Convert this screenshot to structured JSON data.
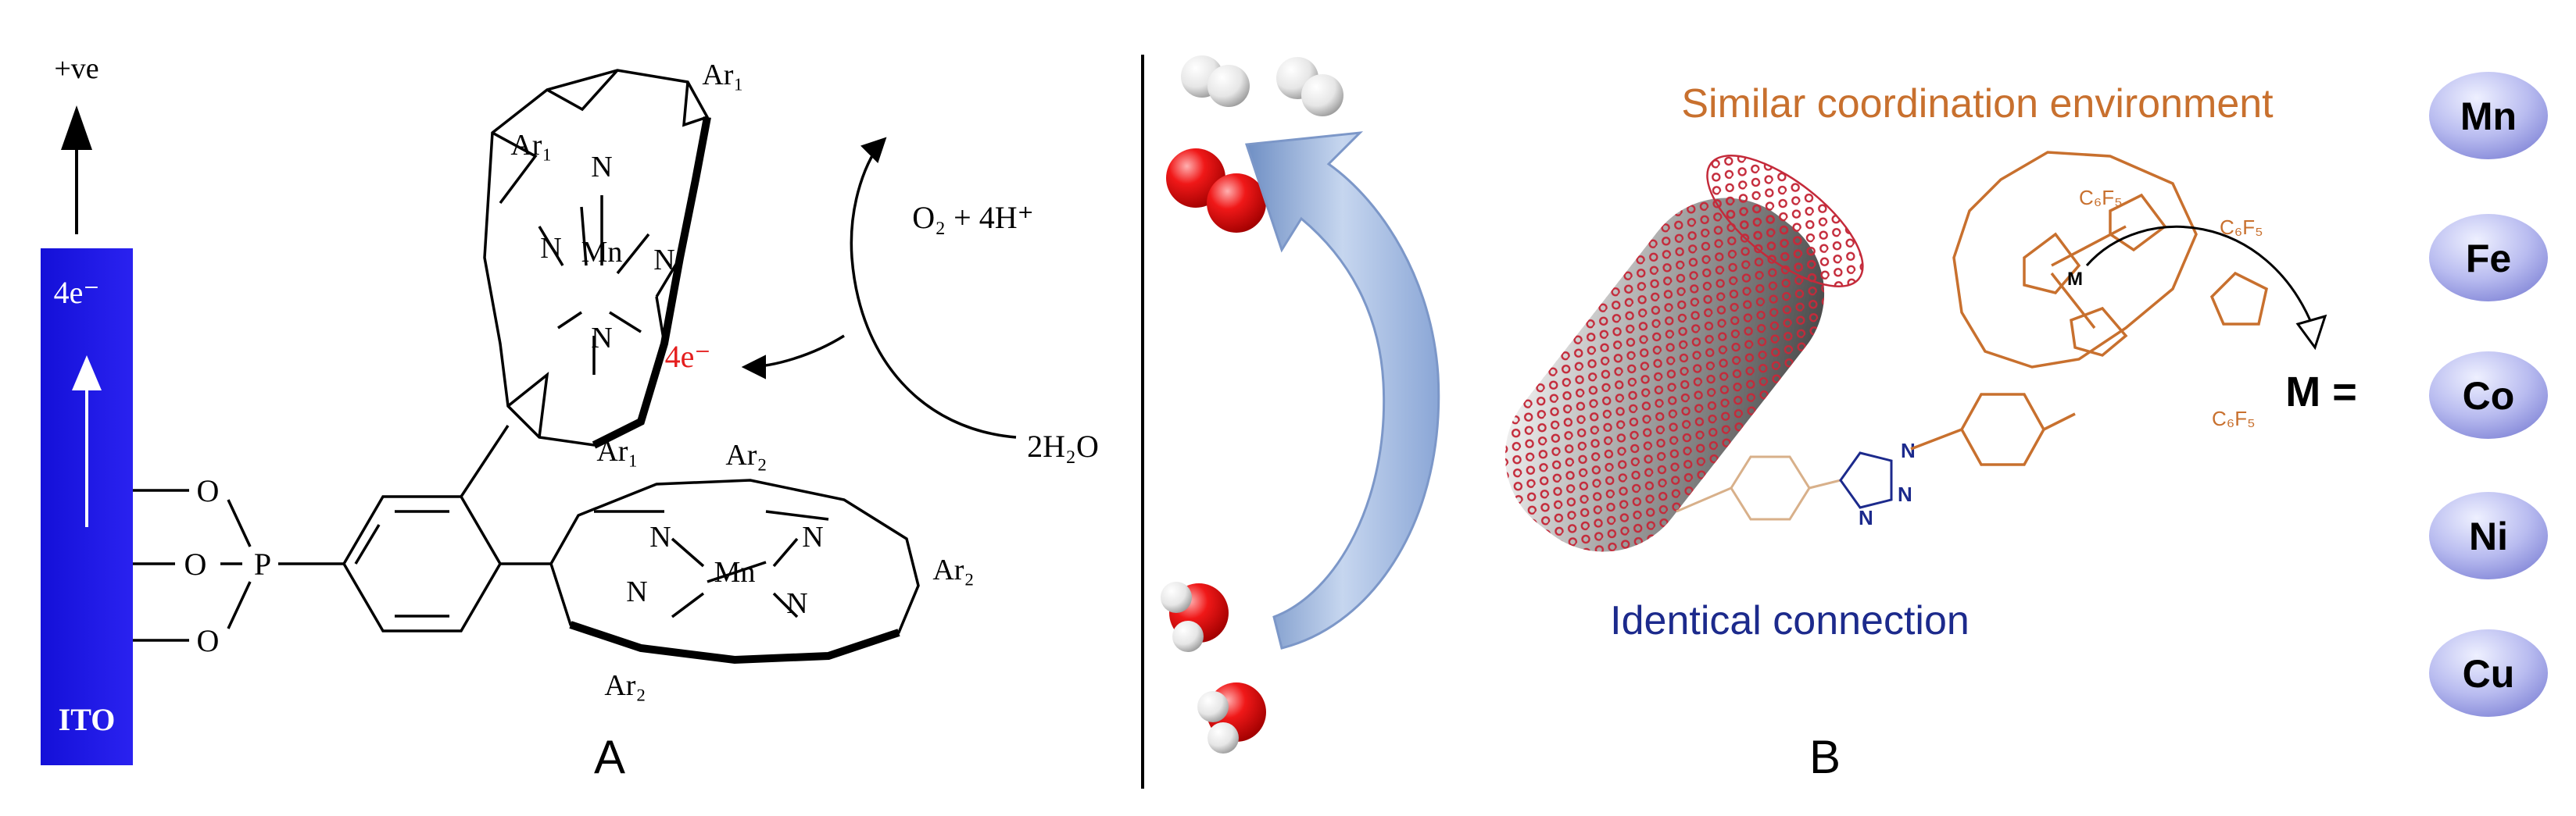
{
  "panel_a": {
    "label": "A",
    "electrode_label": "ITO",
    "potential_label": "+ve",
    "electrons_label": "4e⁻",
    "electrons_red_label": "4e⁻",
    "product_label": "O₂ + 4H⁺",
    "reactant_label": "2H₂O",
    "metal_top": "Mn",
    "metal_bottom": "Mn",
    "ar1": "Ar₁",
    "ar2": "Ar₂",
    "n_label": "N",
    "p_label": "P",
    "o_label": "O"
  },
  "panel_b": {
    "label": "B",
    "caption_top": "Similar coordination environment",
    "caption_bottom": "Identical connection",
    "metal_center": "M",
    "m_equals": "M =",
    "substituent": "C₆F₅",
    "metals": [
      "Mn",
      "Fe",
      "Co",
      "Ni",
      "Cu"
    ]
  },
  "colors": {
    "ito_blue": "#1a14e6",
    "orange": "#c8702e",
    "navy": "#1c2a8c",
    "red": "#e41e1e",
    "arrow_blue": "#9cb6dc",
    "oval_lavender": "#9b9ee6"
  }
}
